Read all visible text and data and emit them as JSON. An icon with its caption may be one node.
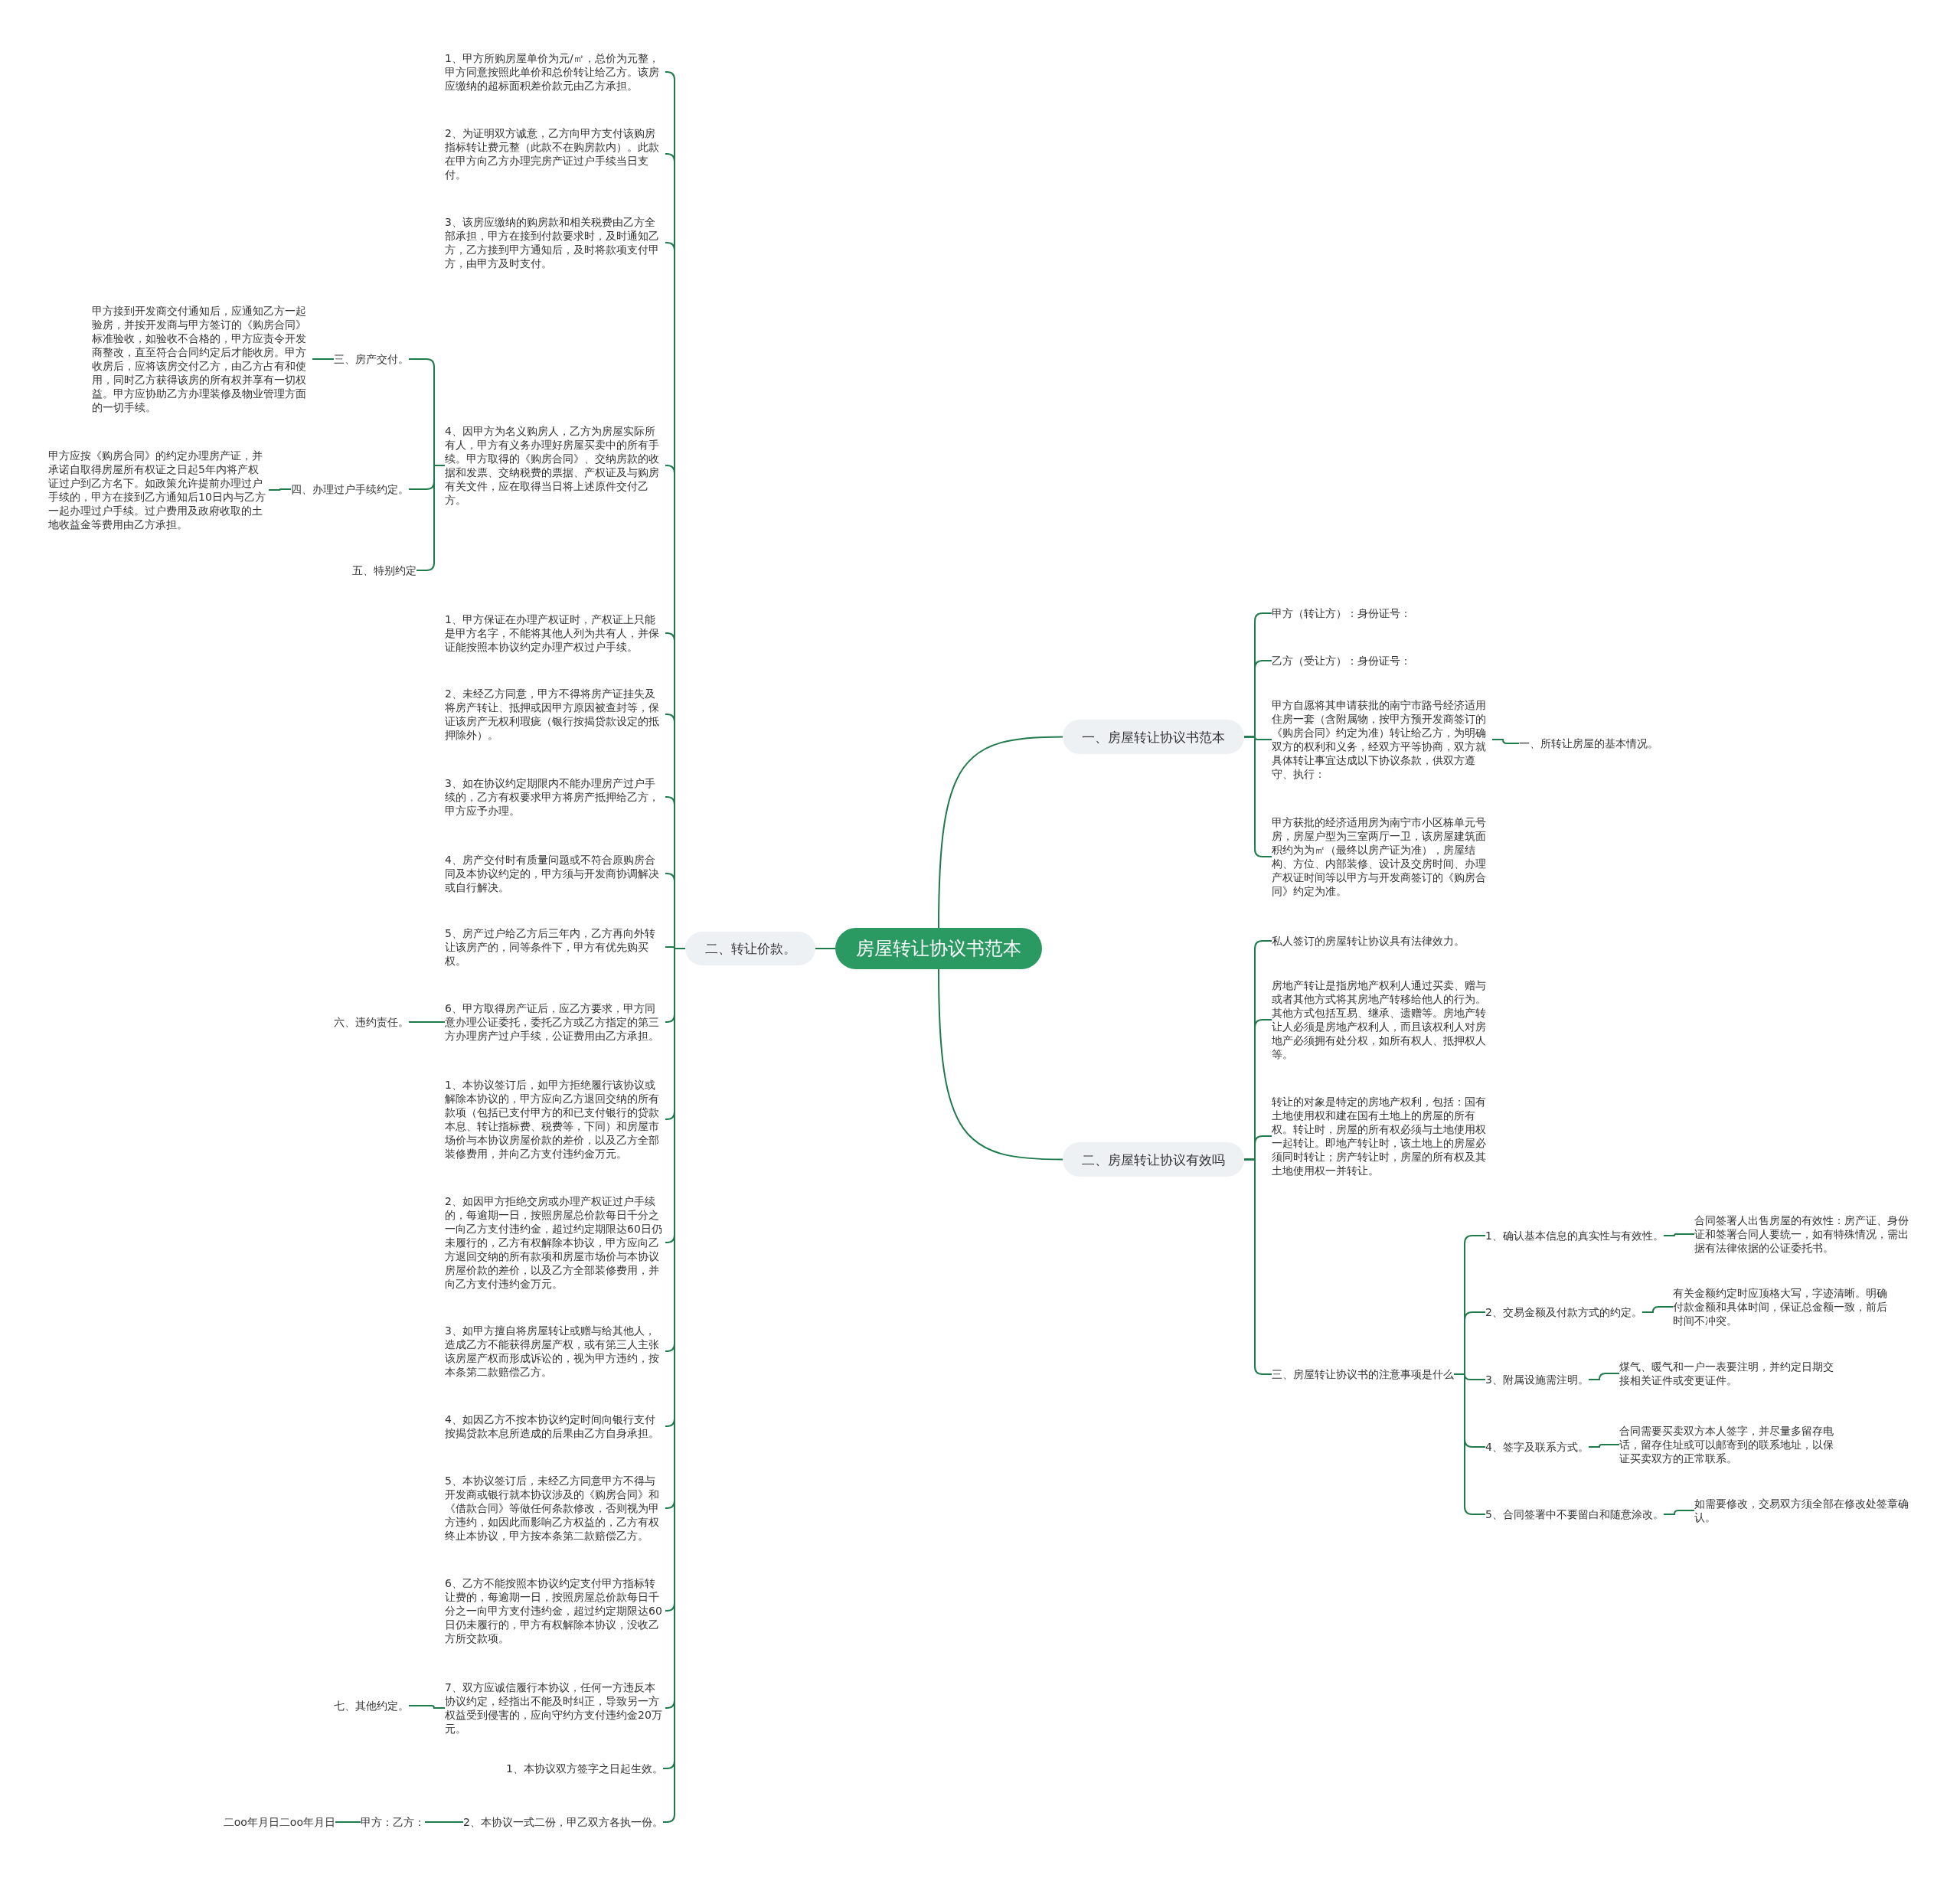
{
  "diagram": {
    "nodes": [
      {
        "text": [
          "房屋转让协议书范本"
        ]
      },
      {
        "text": [
          "二、转让价款。"
        ]
      },
      {
        "text": [
          "1、甲方所购房屋单价为元/㎡，总价为元整，甲方同意按照此单价和总价转让给乙方。该房应缴纳的超标面积差价款元由乙方承担。"
        ]
      },
      {
        "text": [
          "2、为证明双方诚意，乙方向甲方支付该购房指标转让费元整（此款不在购房款内）。此款在甲方向乙方办理完房产证过户手续当日支付。"
        ]
      },
      {
        "text": [
          "3、该房应缴纳的购房款和相关税费由乙方全部承担，甲方在接到付款要求时，及时通知乙方，乙方接到甲方通知后，及时将款项支付甲方，由甲方及时支付。"
        ]
      },
      {
        "text": [
          "4、因甲方为名义购房人，乙方为房屋实际所有人，甲方有义务办理好房屋买卖中的所有手续。甲方取得的《购房合同》、交纳房款的收据和发票、交纳税费的票据、产权证及与购房有关文件，应在取得当日将上述原件交付乙方。"
        ]
      },
      {
        "text": [
          "三、房产交付。"
        ]
      },
      {
        "text": [
          "甲方接到开发商交付通知后，应通知乙方一起验房，并按开发商与甲方签订的《购房合同》标准验收，如验收不合格的，甲方应责令开发商整改，直至符合合同约定后才能收房。甲方收房后，应将该房交付乙方，由乙方占有和使用，同时乙方获得该房的所有权并享有一切权益。甲方应协助乙方办理装修及物业管理方面的一切手续。"
        ]
      },
      {
        "text": [
          "四、办理过户手续约定。"
        ]
      },
      {
        "text": [
          "甲方应按《购房合同》的约定办理房产证，并承诺自取得房屋所有权证之日起5年内将产权证过户到乙方名下。如政策允许提前办理过户手续的，甲方在接到乙方通知后10日内与乙方一起办理过户手续。过户费用及政府收取的土地收益金等费用由乙方承担。"
        ]
      },
      {
        "text": [
          "五、特别约定"
        ]
      },
      {
        "text": [
          "1、甲方保证在办理产权证时，产权证上只能是甲方名字，不能将其他人列为共有人，并保证能按照本协议约定办理产权过户手续。"
        ]
      },
      {
        "text": [
          "2、未经乙方同意，甲方不得将房产证挂失及将房产转让、抵押或因甲方原因被查封等，保证该房产无权利瑕疵（银行按揭贷款设定的抵押除外）。"
        ]
      },
      {
        "text": [
          "3、如在协议约定期限内不能办理房产过户手续的，乙方有权要求甲方将房产抵押给乙方，甲方应予办理。"
        ]
      },
      {
        "text": [
          "4、房产交付时有质量问题或不符合原购房合同及本协议约定的，甲方须与开发商协调解决或自行解决。"
        ]
      },
      {
        "text": [
          "5、房产过户给乙方后三年内，乙方再向外转让该房产的，同等条件下，甲方有优先购买权。"
        ]
      },
      {
        "text": [
          "6、甲方取得房产证后，应乙方要求，甲方同意办理公证委托，委托乙方或乙方指定的第三方办理房产过户手续，公证费用由乙方承担。"
        ]
      },
      {
        "text": [
          "六、违约责任。"
        ]
      },
      {
        "text": [
          "1、本协议签订后，如甲方拒绝履行该协议或解除本协议的，甲方应向乙方退回交纳的所有款项（包括已支付甲方的和已支付银行的贷款本息、转让指标费、税费等，下同）和房屋市场价与本协议房屋价款的差价，以及乙方全部装修费用，并向乙方支付违约金万元。"
        ]
      },
      {
        "text": [
          "2、如因甲方拒绝交房或办理产权证过户手续的，每逾期一日，按照房屋总价款每日千分之一向乙方支付违约金，超过约定期限达60日仍未履行的，乙方有权解除本协议，甲方应向乙方退回交纳的所有款项和房屋市场价与本协议房屋价款的差价，以及乙方全部装修费用，并向乙方支付违约金万元。"
        ]
      },
      {
        "text": [
          "3、如甲方擅自将房屋转让或赠与给其他人，造成乙方不能获得房屋产权，或有第三人主张该房屋产权而形成诉讼的，视为甲方违约，按本条第二款赔偿乙方。"
        ]
      },
      {
        "text": [
          "4、如因乙方不按本协议约定时间向银行支付按揭贷款本息所造成的后果由乙方自身承担。"
        ]
      },
      {
        "text": [
          "5、本协议签订后，未经乙方同意甲方不得与开发商或银行就本协议涉及的《购房合同》和《借款合同》等做任何条款修改，否则视为甲方违约，如因此而影响乙方权益的，乙方有权终止本协议，甲方按本条第二款赔偿乙方。"
        ]
      },
      {
        "text": [
          "6、乙方不能按照本协议约定支付甲方指标转让费的，每逾期一日，按照房屋总价款每日千分之一向甲方支付违约金，超过约定期限达60日仍未履行的，甲方有权解除本协议，没收乙方所交款项。"
        ]
      },
      {
        "text": [
          "7、双方应诚信履行本协议，任何一方违反本协议约定，经指出不能及时纠正，导致另一方权益受到侵害的，应向守约方支付违约金20万元。"
        ]
      },
      {
        "text": [
          "七、其他约定。"
        ]
      },
      {
        "text": [
          "1、本协议双方签字之日起生效。"
        ]
      },
      {
        "text": [
          "2、本协议一式二份，甲乙双方各执一份。"
        ]
      },
      {
        "text": [
          "甲方：乙方："
        ]
      },
      {
        "text": [
          "二oo年月日二oo年月日"
        ]
      },
      {
        "text": [
          "一、房屋转让协议书范本"
        ]
      },
      {
        "text": [
          "甲方（转让方）：身份证号："
        ]
      },
      {
        "text": [
          "乙方（受让方）：身份证号："
        ]
      },
      {
        "text": [
          "甲方自愿将其申请获批的南宁市路号经济适用住房一套（含附属物，按甲方预开发商签订的《购房合同》约定为准）转让给乙方，为明确双方的权利和义务，经双方平等协商，双方就具体转让事宜达成以下协议条款，供双方遵守、执行："
        ]
      },
      {
        "text": [
          "一、所转让房屋的基本情况。"
        ]
      },
      {
        "text": [
          "甲方获批的经济适用房为南宁市小区栋单元号房，房屋户型为三室两厅一卫，该房屋建筑面积约为为㎡（最终以房产证为准），房屋结构、方位、内部装修、设计及交房时间、办理产权证时间等以甲方与开发商签订的《购房合同》约定为准。"
        ]
      },
      {
        "text": [
          "二、房屋转让协议有效吗"
        ]
      },
      {
        "text": [
          "私人签订的房屋转让协议具有法律效力。"
        ]
      },
      {
        "text": [
          "房地产转让是指房地产权利人通过买卖、赠与或者其他方式将其房地产转移给他人的行为。其他方式包括互易、继承、遗赠等。房地产转让人必须是房地产权利人，而且该权利人对房地产必须拥有处分权，如所有权人、抵押权人等。"
        ]
      },
      {
        "text": [
          "转让的对象是特定的房地产权利，包括：国有土地使用权和建在国有土地上的房屋的所有权。转让时，房屋的所有权必须与土地使用权一起转让。即地产转让时，该土地上的房屋必须同时转让；房产转让时，房屋的所有权及其土地使用权一并转让。"
        ]
      },
      {
        "text": [
          "三、房屋转让协议书的注意事项是什么"
        ]
      },
      {
        "text": [
          "1、确认基本信息的真实性与有效性。"
        ]
      },
      {
        "text": [
          "合同签署人出售房屋的有效性：房产证、身份证和签署合同人要统一，如有特殊情况，需出据有法律依据的公证委托书。"
        ]
      },
      {
        "text": [
          "2、交易金额及付款方式的约定。"
        ]
      },
      {
        "text": [
          "有关金额约定时应顶格大写，字迹清晰。明确付款金额和具体时间，保证总金额一致，前后时间不冲突。"
        ]
      },
      {
        "text": [
          "3、附属设施需注明。"
        ]
      },
      {
        "text": [
          "煤气、暖气和一户一表要注明，并约定日期交接相关证件或变更证件。"
        ]
      },
      {
        "text": [
          "4、签字及联系方式。"
        ]
      },
      {
        "text": [
          "合同需要买卖双方本人签字，并尽量多留存电话，留存住址或可以邮寄到的联系地址，以保证买卖双方的正常联系。"
        ]
      },
      {
        "text": [
          "5、合同签署中不要留白和随意涂改。"
        ]
      },
      {
        "text": [
          "如需要修改，交易双方须全部在修改处签章确认。"
        ]
      }
    ],
    "edges": [
      {
        "from": 0,
        "to": 1,
        "arrow": "none"
      },
      {
        "from": 0,
        "to": 30,
        "arrow": "none"
      },
      {
        "from": 0,
        "to": 36,
        "arrow": "none"
      },
      {
        "from": 1,
        "to": 2,
        "arrow": "none"
      },
      {
        "from": 1,
        "to": 3,
        "arrow": "none"
      },
      {
        "from": 1,
        "to": 4,
        "arrow": "none"
      },
      {
        "from": 1,
        "to": 5,
        "arrow": "none"
      },
      {
        "from": 5,
        "to": 6,
        "arrow": "none"
      },
      {
        "from": 6,
        "to": 7,
        "arrow": "none"
      },
      {
        "from": 5,
        "to": 8,
        "arrow": "none"
      },
      {
        "from": 8,
        "to": 9,
        "arrow": "none"
      },
      {
        "from": 5,
        "to": 10,
        "arrow": "none"
      },
      {
        "from": 1,
        "to": 11,
        "arrow": "none"
      },
      {
        "from": 1,
        "to": 12,
        "arrow": "none"
      },
      {
        "from": 1,
        "to": 13,
        "arrow": "none"
      },
      {
        "from": 1,
        "to": 14,
        "arrow": "none"
      },
      {
        "from": 1,
        "to": 15,
        "arrow": "none"
      },
      {
        "from": 1,
        "to": 16,
        "arrow": "none"
      },
      {
        "from": 16,
        "to": 17,
        "arrow": "none"
      },
      {
        "from": 1,
        "to": 18,
        "arrow": "none"
      },
      {
        "from": 1,
        "to": 19,
        "arrow": "none"
      },
      {
        "from": 1,
        "to": 20,
        "arrow": "none"
      },
      {
        "from": 1,
        "to": 21,
        "arrow": "none"
      },
      {
        "from": 1,
        "to": 22,
        "arrow": "none"
      },
      {
        "from": 1,
        "to": 23,
        "arrow": "none"
      },
      {
        "from": 1,
        "to": 24,
        "arrow": "none"
      },
      {
        "from": 24,
        "to": 25,
        "arrow": "none"
      },
      {
        "from": 1,
        "to": 26,
        "arrow": "none"
      },
      {
        "from": 1,
        "to": 27,
        "arrow": "none"
      },
      {
        "from": 27,
        "to": 28,
        "arrow": "none"
      },
      {
        "from": 28,
        "to": 29,
        "arrow": "none"
      },
      {
        "from": 30,
        "to": 31,
        "arrow": "none"
      },
      {
        "from": 30,
        "to": 32,
        "arrow": "none"
      },
      {
        "from": 30,
        "to": 33,
        "arrow": "none"
      },
      {
        "from": 33,
        "to": 34,
        "arrow": "none"
      },
      {
        "from": 30,
        "to": 35,
        "arrow": "none"
      },
      {
        "from": 36,
        "to": 37,
        "arrow": "none"
      },
      {
        "from": 36,
        "to": 38,
        "arrow": "none"
      },
      {
        "from": 36,
        "to": 39,
        "arrow": "none"
      },
      {
        "from": 36,
        "to": 40,
        "arrow": "none"
      },
      {
        "from": 40,
        "to": 41,
        "arrow": "none"
      },
      {
        "from": 41,
        "to": 42,
        "arrow": "none"
      },
      {
        "from": 40,
        "to": 43,
        "arrow": "none"
      },
      {
        "from": 43,
        "to": 44,
        "arrow": "none"
      },
      {
        "from": 40,
        "to": 45,
        "arrow": "none"
      },
      {
        "from": 45,
        "to": 46,
        "arrow": "none"
      },
      {
        "from": 40,
        "to": 47,
        "arrow": "none"
      },
      {
        "from": 47,
        "to": 48,
        "arrow": "none"
      },
      {
        "from": 40,
        "to": 49,
        "arrow": "none"
      },
      {
        "from": 49,
        "to": 50,
        "arrow": "none"
      }
    ]
  }
}
